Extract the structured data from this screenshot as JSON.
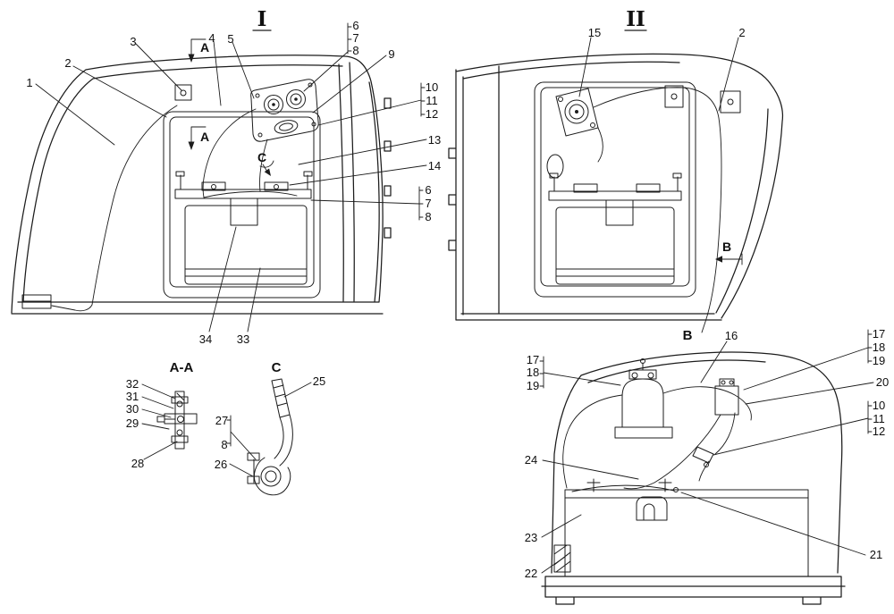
{
  "diagram": {
    "background": "#ffffff",
    "line_color": "#1c1c1c",
    "view1": {
      "title": "I",
      "callouts": [
        "1",
        "2",
        "3",
        "4",
        "5",
        "6",
        "7",
        "8",
        "9",
        "10",
        "11",
        "12",
        "13",
        "14",
        "6",
        "7",
        "8",
        "34",
        "33"
      ],
      "markers": [
        "A",
        "A",
        "C"
      ]
    },
    "view2": {
      "title": "II",
      "callouts": [
        "15",
        "2"
      ],
      "markers": [
        "B"
      ]
    },
    "sectionB": {
      "title": "B",
      "callouts": [
        "16",
        "17",
        "18",
        "19",
        "20",
        "10",
        "11",
        "12",
        "17",
        "18",
        "19",
        "24",
        "23",
        "22",
        "21"
      ]
    },
    "detailAA": {
      "title": "A-A",
      "callouts": [
        "32",
        "31",
        "30",
        "29",
        "28"
      ]
    },
    "detailC": {
      "title": "C",
      "callouts": [
        "25",
        "27",
        "8",
        "26"
      ]
    }
  }
}
